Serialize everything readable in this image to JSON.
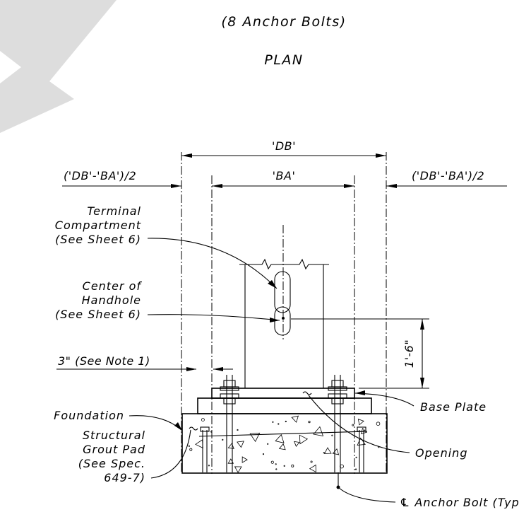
{
  "header": {
    "subtitle": "(8 Anchor Bolts)",
    "title": "PLAN"
  },
  "dimensions": {
    "db": "'DB'",
    "ba": "'BA'",
    "edge_left": "('DB'-'BA')/2",
    "edge_right": "('DB'-'BA')/2",
    "height": "1'-6\"",
    "clearance": "3\" (See Note 1)"
  },
  "labels": {
    "terminal": [
      "Terminal",
      "Compartment",
      "(See Sheet 6)"
    ],
    "handhole": [
      "Center of",
      "Handhole",
      "(See Sheet 6)"
    ],
    "foundation": "Foundation",
    "grout": [
      "Structural",
      "Grout Pad",
      "(See Spec.",
      "649-7)"
    ],
    "base_plate": "Base Plate",
    "opening": "Opening",
    "anchor_bolt": "℄ Anchor Bolt (Typ.)"
  },
  "colors": {
    "watermark": "#dddddd",
    "line": "#000000"
  }
}
